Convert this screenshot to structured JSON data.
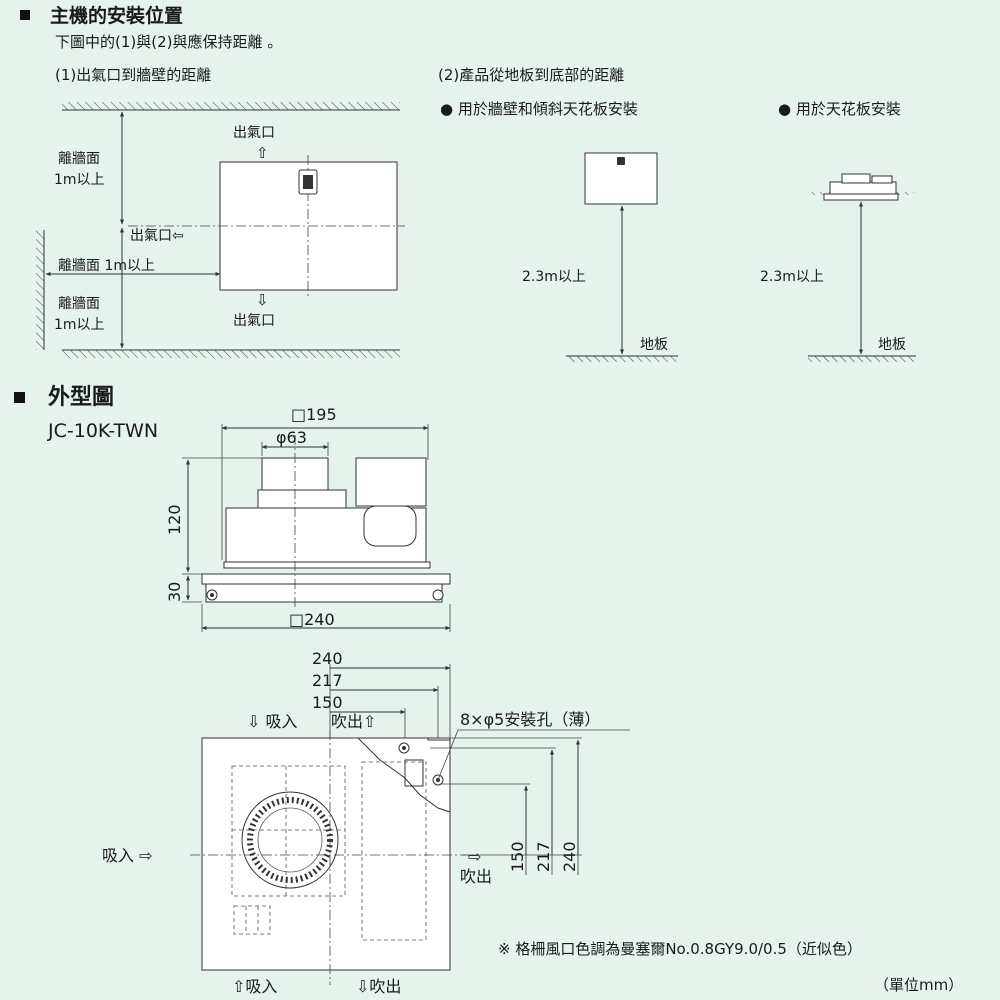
{
  "section1": {
    "title": "主機的安裝位置",
    "intro": "下圖中的(1)與(2)與應保持距離 。",
    "part1_title": "(1)出氣口到牆壁的距離",
    "part2_title": "(2)產品從地板到底部的距離",
    "bullet_wall": "● 用於牆壁和傾斜天花板安裝",
    "bullet_ceiling": "● 用於天花板安裝",
    "outlet": "出氣口",
    "outlet_left": "出氣口⇦",
    "wall_top_1": "離牆面",
    "wall_top_2": "1m以上",
    "wall_mid": "離牆面 1m以上",
    "wall_bot_1": "離牆面",
    "wall_bot_2": "1m以上",
    "height_wall": "2.3m以上",
    "height_ceiling": "2.3m以上",
    "floor_wall": "地板",
    "floor_ceiling": "地板",
    "arrow_up": "⇧",
    "arrow_down": "⇩"
  },
  "section2": {
    "title": "外型圖",
    "model": "JC-10K-TWN",
    "side_view": {
      "width_top": "□195",
      "diameter": "φ63",
      "height_body": "120",
      "height_base": "30",
      "width_bottom": "□240"
    },
    "top_view": {
      "dim_240": "240",
      "dim_217": "217",
      "dim_150": "150",
      "v_150": "150",
      "v_217": "217",
      "v_240": "240",
      "intake_top": "⇩ 吸入",
      "exhaust_top": "吹出⇧",
      "holes": "8×φ5安裝孔（薄）",
      "intake_left": "吸入 ⇨",
      "exhaust_right": "⇨",
      "exhaust_right_label": "吹出",
      "intake_bottom": "⇧吸入",
      "exhaust_bottom": "⇩吹出"
    },
    "note": "※ 格柵風口色調為曼塞爾No.0.8GY9.0/0.5（近似色）",
    "unit": "（單位mm）"
  }
}
